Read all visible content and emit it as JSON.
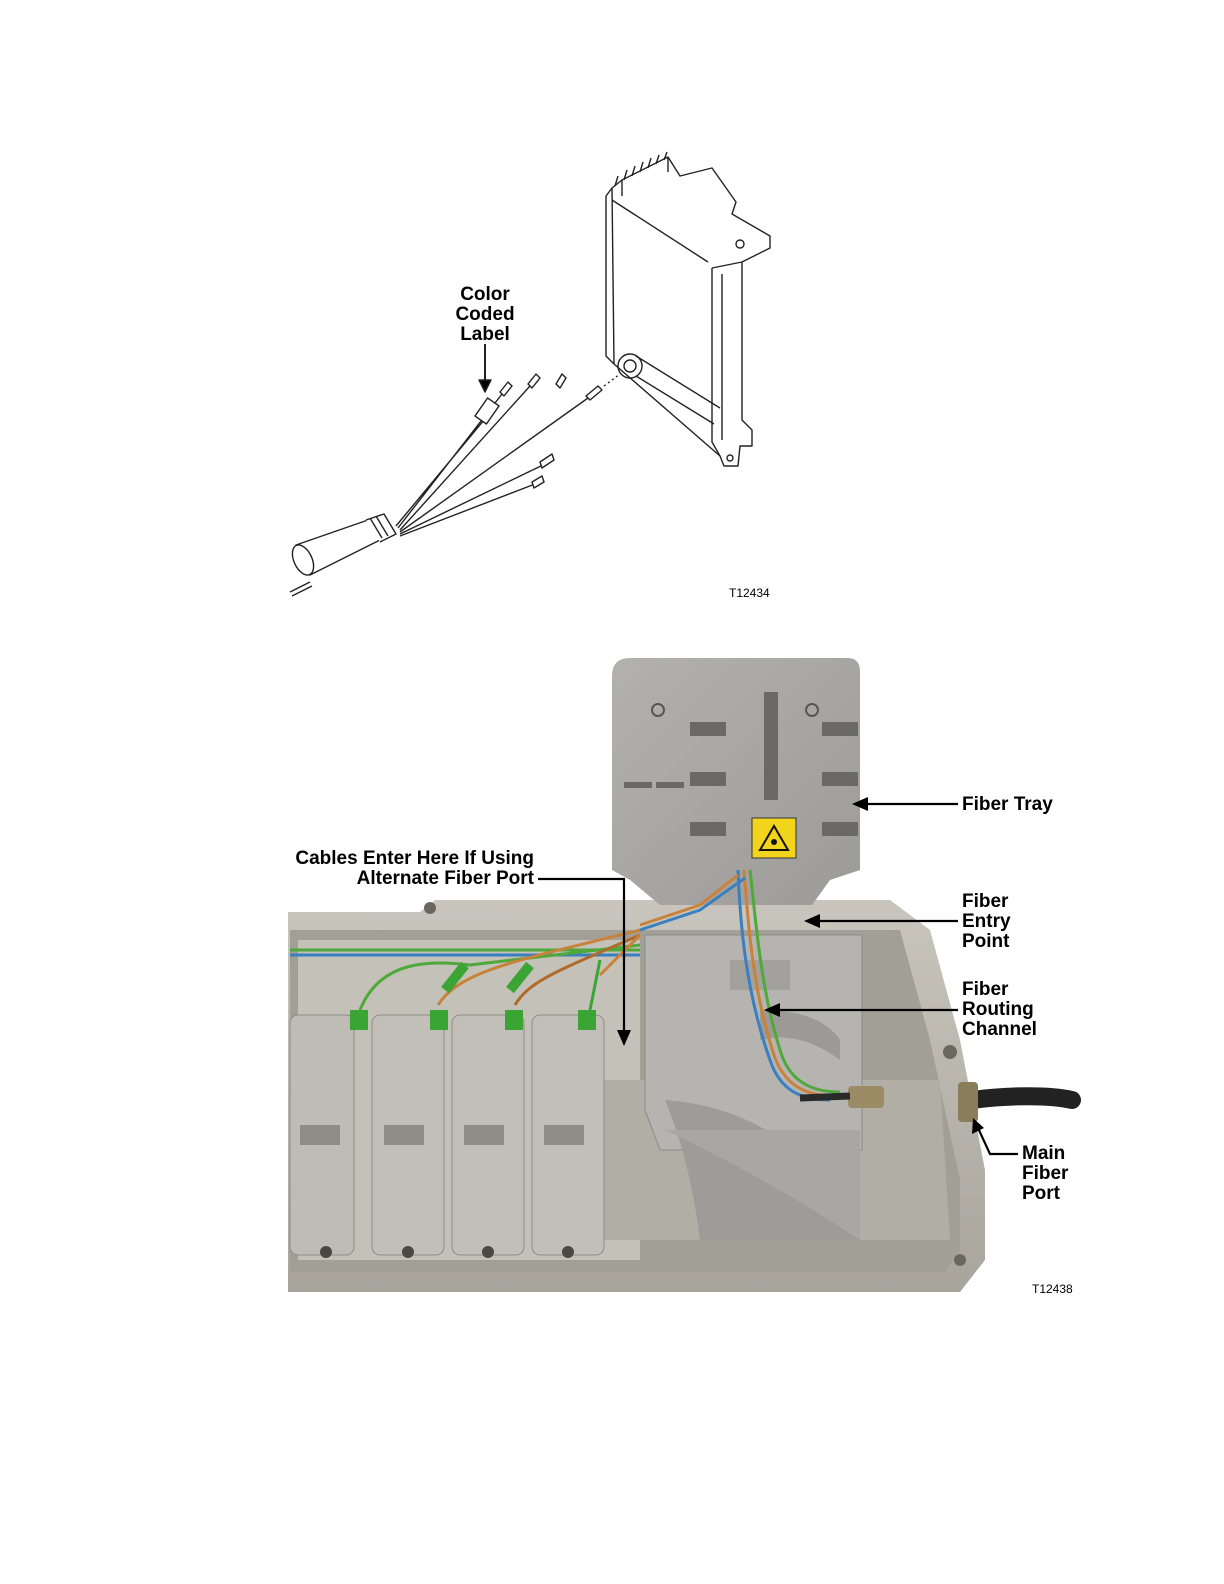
{
  "figure1": {
    "label_color_coded": [
      "Color",
      "Coded",
      "Label"
    ],
    "figure_id": "T12434"
  },
  "figure2": {
    "label_fiber_tray": "Fiber Tray",
    "label_cables_enter": [
      "Cables Enter Here If Using",
      "Alternate Fiber Port"
    ],
    "label_fiber_entry": [
      "Fiber",
      "Entry",
      "Point"
    ],
    "label_fiber_routing": [
      "Fiber",
      "Routing",
      "Channel"
    ],
    "label_main_fiber": [
      "Main",
      "Fiber",
      "Port"
    ],
    "figure_id": "T12438"
  },
  "colors": {
    "housing": "#b9b6ae",
    "tray": "#a9a7a4",
    "connector_green": "#3aa535",
    "laser_label": "#f2d41c"
  }
}
